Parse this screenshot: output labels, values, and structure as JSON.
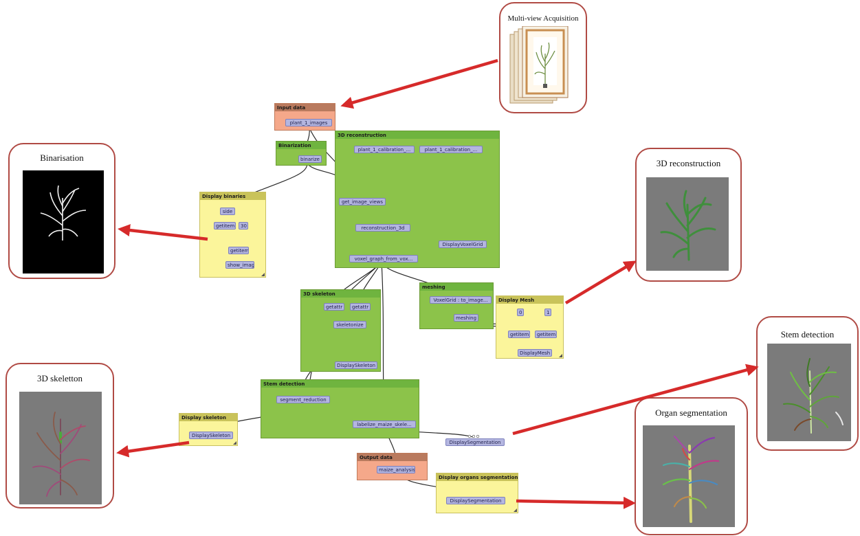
{
  "panels": {
    "acquisition": "Multi-view Acquisition",
    "binarisation": "Binarisation",
    "reconstruction": "3D reconstruction",
    "stem": "Stem detection",
    "skeletton": "3D skeletton",
    "organ": "Organ segmentation"
  },
  "groups": {
    "input_data": "Input data",
    "binarization": "Binarization",
    "reconstruction": "3D reconstruction",
    "display_binaries": "Display binaries",
    "skeleton": "3D skeleton",
    "meshing": "meshing",
    "display_mesh": "Display Mesh",
    "stem_detection": "Stem detection",
    "display_skeleton": "Display skeleton",
    "output_data": "Output data",
    "display_organs": "Display organs segmentation"
  },
  "nodes": {
    "plant_images": "plant_1_images",
    "binarize": "binarize",
    "calib_1": "plant_1_calibration_...",
    "calib_2": "plant_1_calibration_...",
    "get_image_views": "get_image_views",
    "reconstruction_3d": "reconstruction_3d",
    "display_voxel_grid": "DisplayVoxelGrid",
    "voxel_graph": "voxel_graph_from_vox...",
    "side": "side",
    "getitem_1": "getitem",
    "val_30": "30",
    "getitem_2": "getitem",
    "show_image": "show_image",
    "getattr_1": "getattr",
    "getattr_2": "getattr",
    "skeletonize": "skeletonize",
    "display_skeleton_1": "DisplaySkeleton",
    "voxelgrid_to_image": "VoxelGrid : to_image...",
    "meshing": "meshing",
    "val_0": "0",
    "val_1": "1",
    "getitem_3": "getitem",
    "getitem_4": "getitem",
    "display_mesh": "DisplayMesh",
    "segment_reduction": "segment_reduction",
    "labelize": "labelize_maize_skele...",
    "display_skeleton_2": "DisplaySkeleton",
    "display_segmentation_1": "DisplaySegmentation",
    "maize_analysis": "maize_analysis",
    "display_segmentation_2": "DisplaySegmentation"
  },
  "colors": {
    "arrow": "#d62a2a",
    "panel_border": "#b04a44",
    "group_green": "#8cc34a",
    "group_yellow": "#fbf59b",
    "group_orange": "#f5a88a",
    "node": "#b4b6e0"
  }
}
